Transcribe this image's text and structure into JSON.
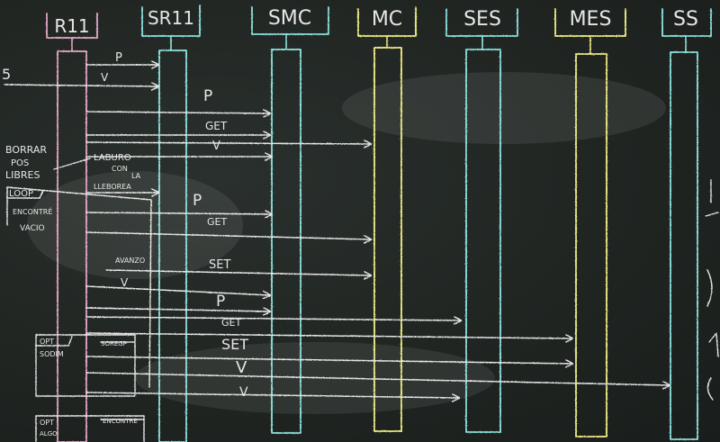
{
  "scene": "chalkboard with hand-drawn sequence diagram",
  "colors": {
    "board": "#202522",
    "chalk_white": "#e6e6e6",
    "chalk_pink": "#e6a9c9",
    "chalk_blue": "#8fe3df",
    "chalk_yellow": "#f2ef86"
  },
  "participants": [
    {
      "label": "R11",
      "color": "#e6a9c9"
    },
    {
      "label": "SR11",
      "color": "#8fe3df"
    },
    {
      "label": "SMC",
      "color": "#8fe3df"
    },
    {
      "label": "MC",
      "color": "#f2ef86"
    },
    {
      "label": "SES",
      "color": "#8fe3df"
    },
    {
      "label": "MES",
      "color": "#f2ef86"
    },
    {
      "label": "SS",
      "color": "#8fe3df"
    }
  ],
  "messages": [
    "P",
    "V",
    "P",
    "GET",
    "V",
    "LABURO",
    "CON",
    "LA",
    "LLEBOREA",
    "P",
    "GET",
    "AVANZO",
    "SET",
    "V",
    "P",
    "GET",
    "SET",
    "V",
    "V"
  ],
  "notes": [
    "BORRAR",
    "POS",
    "LIBRES",
    "LOOP",
    "ENCONTRÉ",
    "VACIO",
    "OPT",
    "SODIM",
    "SOREGP",
    "OPT",
    "ALGO",
    "ENCONTRÉ"
  ],
  "left_edge_marks": [
    "5"
  ]
}
